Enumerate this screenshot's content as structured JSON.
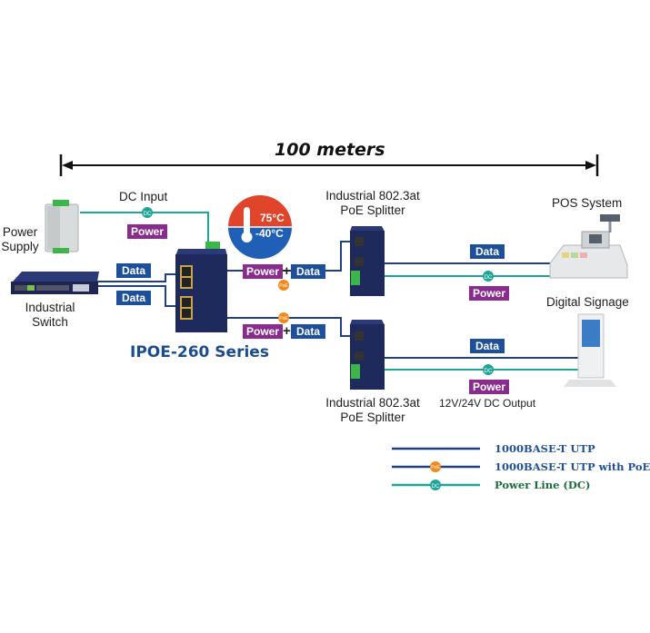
{
  "distance": {
    "label": "100 meters"
  },
  "devices": {
    "power_supply": "Power\nSupply",
    "industrial_switch": "Industrial\nSwitch",
    "injector_series": "IPOE-260 Series",
    "splitter_top": "Industrial 802.3at\nPoE Splitter",
    "splitter_bottom": "Industrial 802.3at\nPoE Splitter",
    "pos_system": "POS System",
    "digital_signage": "Digital Signage"
  },
  "labels": {
    "dc_input": "DC Input",
    "dc_output": "12V/24V DC Output",
    "data": "Data",
    "power": "Power",
    "plus": "+"
  },
  "temperature": {
    "high": "75°C",
    "low": "-40°C"
  },
  "badges": {
    "dc": "DC",
    "poe": "PoE"
  },
  "legend": [
    {
      "label": "1000BASE-T UTP",
      "type": "utp",
      "color": "#1f3f86"
    },
    {
      "label": "1000BASE-T UTP with PoE",
      "type": "poe",
      "color": "#1f3f86"
    },
    {
      "label": "Power Line (DC)",
      "type": "dc",
      "color": "#1ea596"
    }
  ],
  "colors": {
    "utp": "#1f3f86",
    "dc": "#1ea596",
    "poe_badge": "#f08a1c",
    "data_tag": "#1d4f9a",
    "power_tag": "#8a2c8e",
    "device": "#1e2a5c",
    "terminal": "#3cb54a"
  }
}
